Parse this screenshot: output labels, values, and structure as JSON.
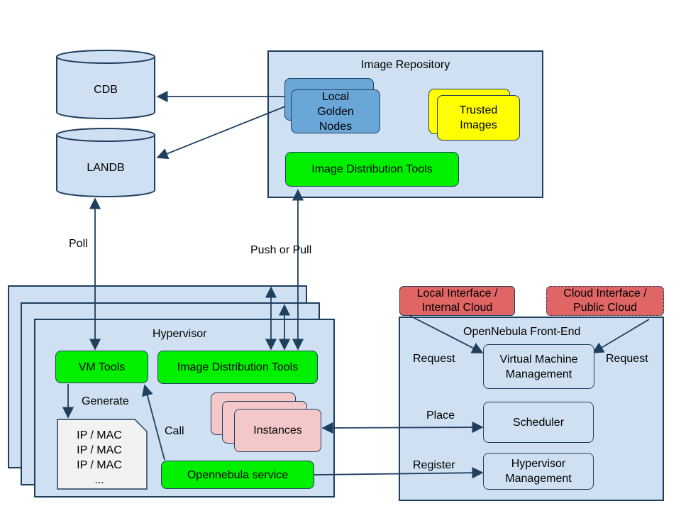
{
  "databases": {
    "cdb": "CDB",
    "landb": "LANDB"
  },
  "image_repository": {
    "title": "Image Repository",
    "local_golden_nodes": "Local\nGolden\nNodes",
    "trusted_images": "Trusted\nImages",
    "image_distribution_tools": "Image Distribution Tools"
  },
  "edge_labels": {
    "poll": "Poll",
    "push_or_pull": "Push or Pull",
    "generate": "Generate",
    "call": "Call",
    "request_left": "Request",
    "request_right": "Request",
    "place": "Place",
    "register": "Register"
  },
  "hypervisor": {
    "title": "Hypervisor",
    "vm_tools": "VM Tools",
    "image_distribution_tools": "Image Distribution Tools",
    "instances": "Instances",
    "opennebula_service": "Opennebula service",
    "ip_mac_document": "IP / MAC\nIP / MAC\nIP / MAC\n..."
  },
  "frontend": {
    "title": "OpenNebula Front-End",
    "local_interface": "Local Interface /\nInternal Cloud",
    "cloud_interface": "Cloud Interface /\nPublic Cloud",
    "vm_management": "Virtual Machine\nManagement",
    "scheduler": "Scheduler",
    "hypervisor_management": "Hypervisor\nManagement"
  }
}
